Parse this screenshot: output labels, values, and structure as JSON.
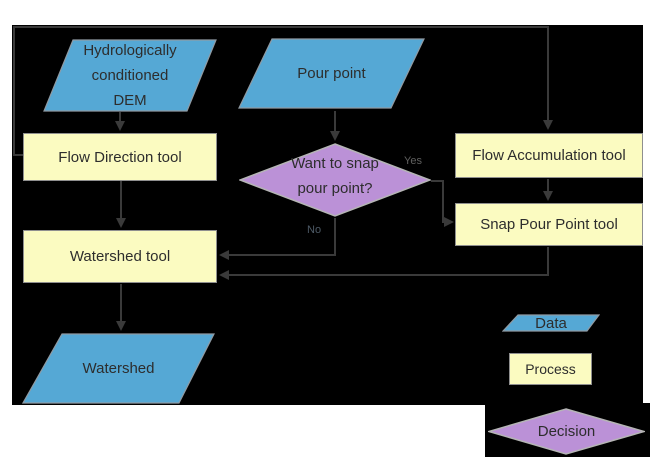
{
  "page": {
    "background": "#ffffff"
  },
  "diagram": {
    "background": "#000000",
    "colors": {
      "data_fill": "#55a8d5",
      "process_fill": "#fbfbc1",
      "decision_fill": "#bb91d7",
      "connector": "#3a3a3a",
      "shape_border": "#8f8f8f",
      "label_text": "#2d2d2d"
    },
    "nodes": {
      "dem": {
        "line1": "Hydrologically",
        "line2": "conditioned",
        "line3": "DEM"
      },
      "pour_point": {
        "label": "Pour point"
      },
      "flow_direction": {
        "label": "Flow Direction tool"
      },
      "flow_accumulation": {
        "label": "Flow Accumulation tool"
      },
      "snap_pour_point": {
        "label": "Snap Pour Point tool"
      },
      "decision": {
        "line1": "Want to snap",
        "line2": "pour point?"
      },
      "watershed_tool": {
        "label": "Watershed tool"
      },
      "watershed": {
        "label": "Watershed"
      }
    },
    "edge_labels": {
      "yes": "Yes",
      "no": "No"
    },
    "legend": {
      "data": "Data",
      "process": "Process",
      "decision": "Decision"
    }
  }
}
